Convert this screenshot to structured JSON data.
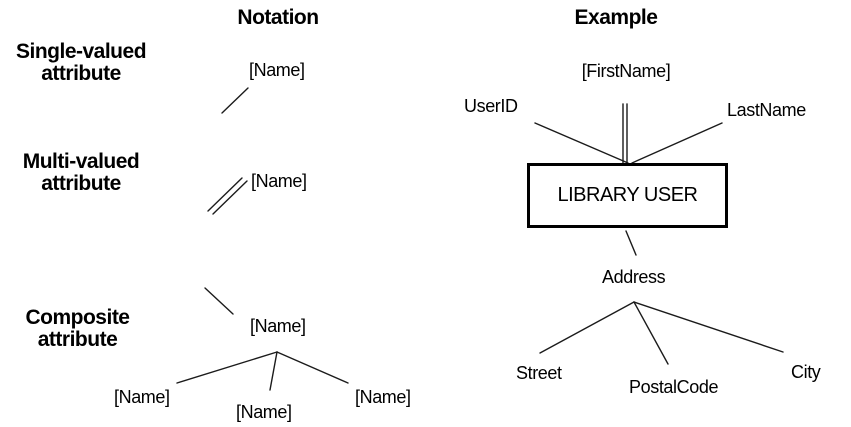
{
  "headers": {
    "notation": "Notation",
    "example": "Example"
  },
  "notation": {
    "single_valued": {
      "label_line1": "Single-valued",
      "label_line2": "attribute",
      "attr_name": "[Name]"
    },
    "multi_valued": {
      "label_line1": "Multi-valued",
      "label_line2": "attribute",
      "attr_name": "[Name]"
    },
    "composite": {
      "label_line1": "Composite",
      "label_line2": "attribute",
      "attr_name": "[Name]",
      "children": [
        "[Name]",
        "[Name]",
        "[Name]"
      ]
    }
  },
  "example": {
    "entity_name": "LIBRARY USER",
    "single_valued_attrs": [
      "UserID",
      "LastName"
    ],
    "multi_valued_attr": "[FirstName]",
    "composite_attr": {
      "parent": "Address",
      "children": [
        "Street",
        "PostalCode",
        "City"
      ]
    }
  },
  "colors": {
    "line": "#1b1b1b",
    "text": "#000000",
    "entity_border": "#000000",
    "background": "#ffffff"
  }
}
